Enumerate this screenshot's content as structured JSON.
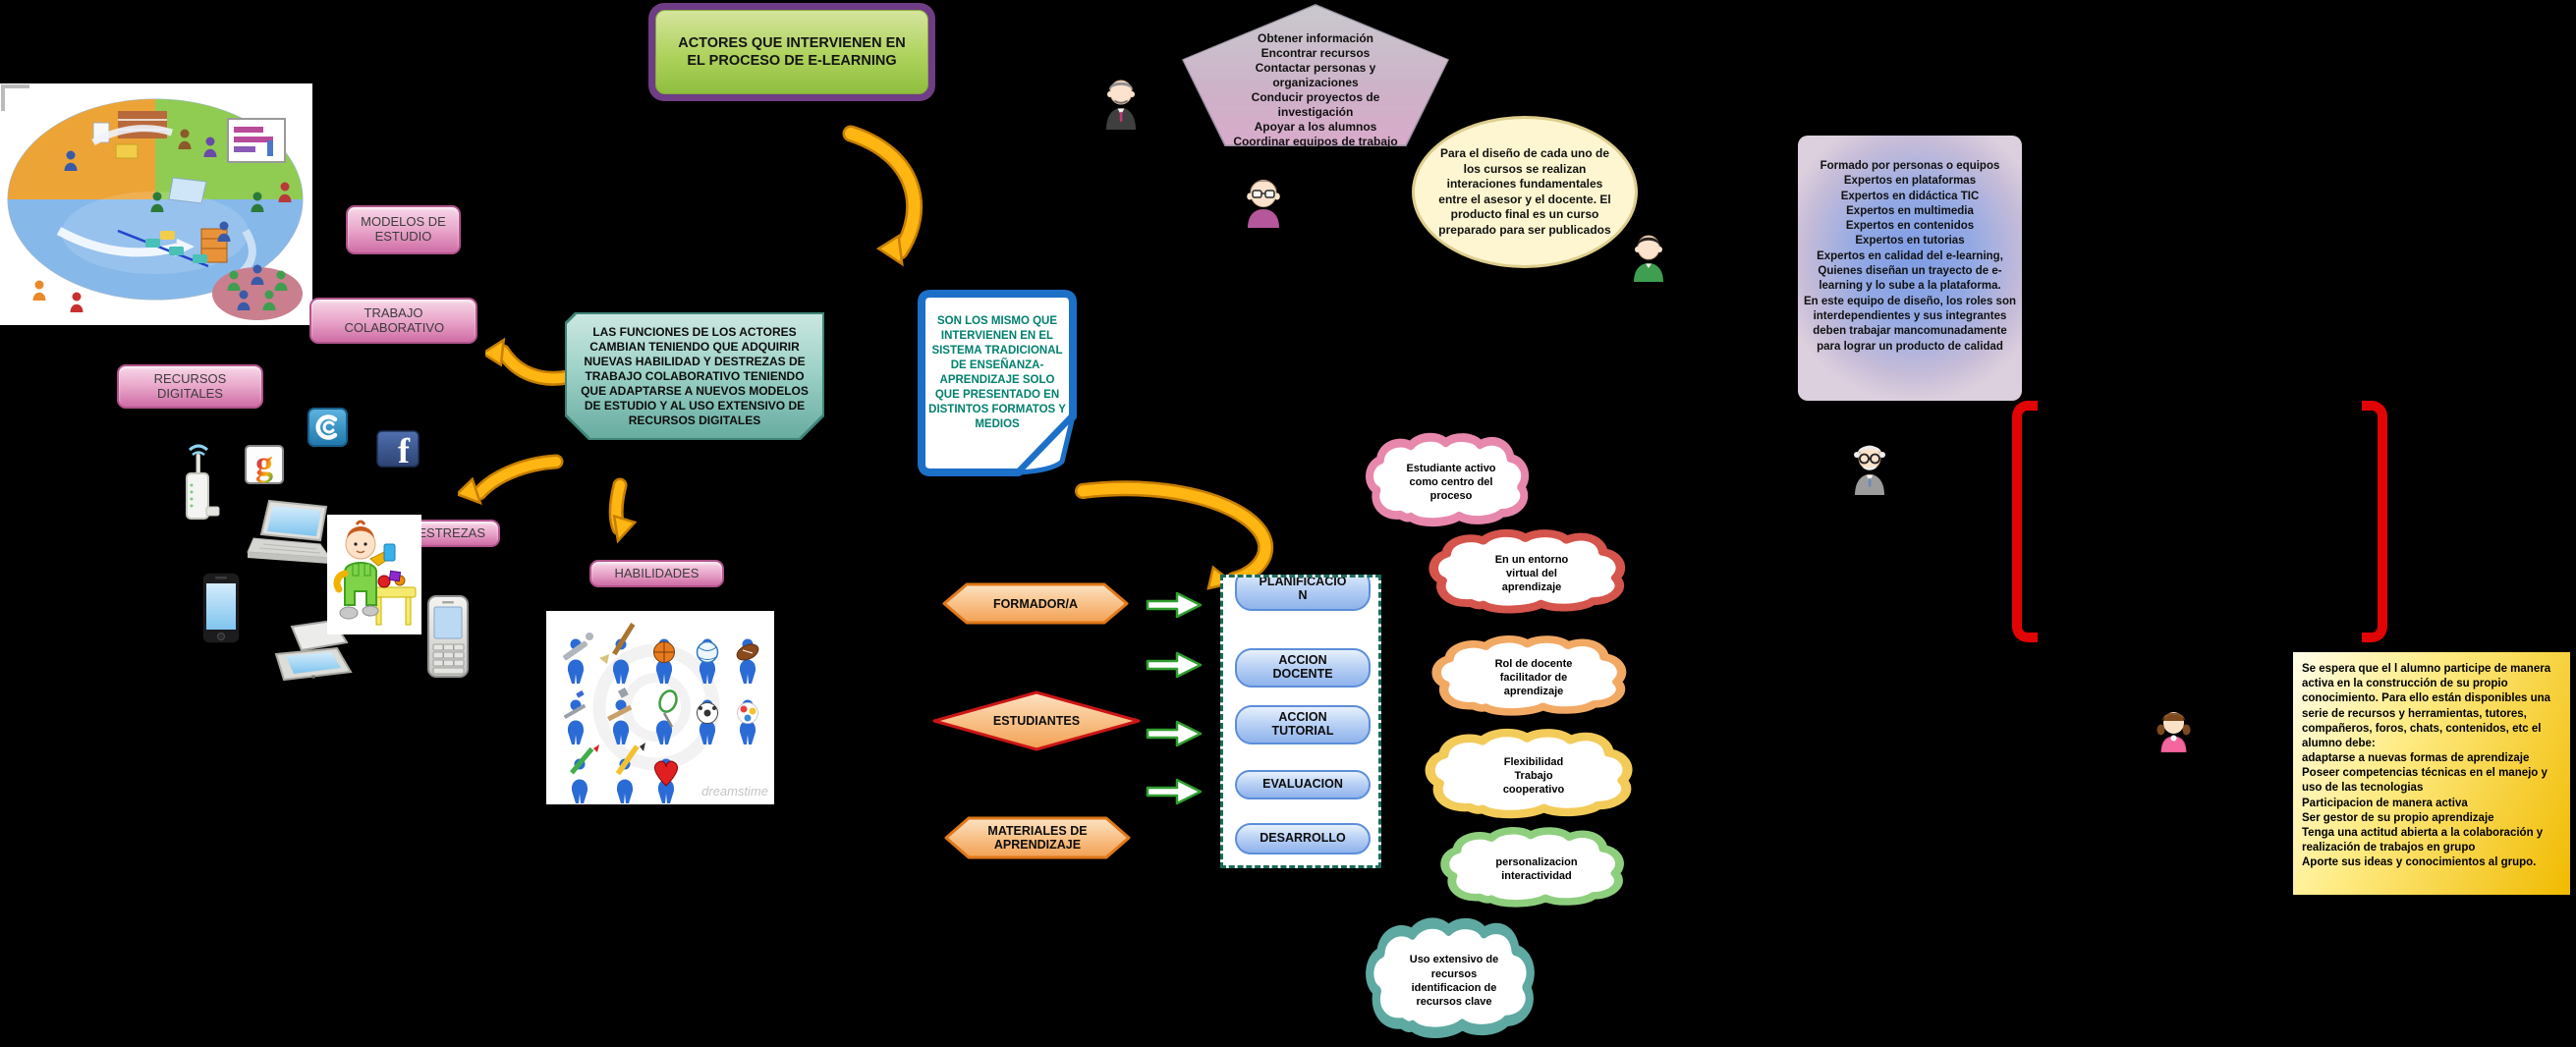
{
  "title_box": {
    "text": "ACTORES QUE INTERVIENEN EN EL PROCESO DE E-LEARNING",
    "fill_color": "#9ccb3b",
    "border_color": "#6f3c86"
  },
  "topic_labels": {
    "modelos": "MODELOS DE ESTUDIO",
    "trabajo": "TRABAJO COLABORATIVO",
    "recursos": "RECURSOS DIGITALES",
    "destrezas": "DESTREZAS",
    "habilidades": "HABILIDADES"
  },
  "notes": {
    "funciones": "LAS FUNCIONES DE LOS ACTORES CAMBIAN TENIENDO QUE ADQUIRIR NUEVAS HABILIDAD Y DESTREZAS DE TRABAJO COLABORATIVO TENIENDO QUE ADAPTARSE A NUEVOS MODELOS DE ESTUDIO Y AL USO EXTENSIVO DE RECURSOS DIGITALES",
    "tradicional": "SON LOS MISMO QUE INTERVIENEN EN EL SISTEMA TRADICIONAL DE ENSEÑANZA-APRENDIZAJE SOLO QUE PRESENTADO EN DISTINTOS FORMATOS Y MEDIOS",
    "tutor_funciones": "Obtener información\nEncontrar recursos\nContactar personas y organizaciones\nConducir proyectos de investigación\nApoyar a los alumnos\nCoordinar equipos de trabajo",
    "diseno_cursos": "Para el diseño de cada uno de los cursos se realizan interaciones fundamentales entre el asesor y el docente. El producto final es un curso preparado para ser publicados",
    "equipo_diseno": "Formado por personas o equipos\nExpertos en plataformas\nExpertos en didáctica TIC\nExpertos en multimedia\nExpertos en contenidos\nExpertos en tutorias\nExpertos en calidad del e-learning,\nQuienes diseñan un trayecto de e-learning y lo sube a la plataforma.\nEn este equipo de diseño, los roles son interdependientes y sus integrantes deben trabajar mancomunadamente para lograr un producto de calidad",
    "alumno": "Se espera que el l alumno participe de manera activa en la construcción de su propio conocimiento. Para ello están disponibles una serie de recursos y herramientas, tutores, compañeros, foros, chats, contenidos, etc el alumno debe:\nadaptarse a nuevas formas de aprendizaje\n Poseer competencias técnicas en el manejo y uso de las tecnologias\nParticipacion de manera activa\nSer gestor de su propio aprendizaje\nTenga una actitud abierta a la colaboración y realización de trabajos en grupo\nAporte sus ideas y conocimientos al grupo."
  },
  "actors": [
    {
      "label": "FORMADOR/A",
      "shape": "hexagon"
    },
    {
      "label": "ESTUDIANTES",
      "shape": "diamond"
    },
    {
      "label": "MATERIALES DE APRENDIZAJE",
      "shape": "hexagon"
    }
  ],
  "process_buttons": [
    {
      "label": "PLANIFICACION"
    },
    {
      "label": "ACCION DOCENTE"
    },
    {
      "label": "ACCION TUTORIAL"
    },
    {
      "label": "EVALUACION"
    },
    {
      "label": "DESARROLLO"
    }
  ],
  "clouds": [
    {
      "text": "Estudiante activo como centro del proceso",
      "color": "#e887ac"
    },
    {
      "text": "En un entorno virtual del aprendizaje",
      "color": "#d5544c"
    },
    {
      "text": "Rol de docente facilitador de aprendizaje",
      "color": "#f2a964"
    },
    {
      "text": "Flexibilidad Trabajo cooperativo",
      "color": "#f2cb59"
    },
    {
      "text": "personalizacion interactividad",
      "color": "#8ecf7e"
    },
    {
      "text": "Uso extensivo de recursos identificacion de recursos clave",
      "color": "#5ea9a1"
    }
  ],
  "social_icons": {
    "google_letter": "g",
    "facebook_letter": "f",
    "c_app_letter": "c"
  },
  "sports_image": {
    "watermark": "dreamstime"
  },
  "palette": {
    "bracket_red": "#e00404",
    "arrow_yellow": "#ffb612",
    "arrow_outline": "#c77f00",
    "green_arrow_border": "#2f9e2f",
    "button_border": "#5c8ed9",
    "panel_dash": "#1a6b5a",
    "pink_label": "#cf6da6",
    "teal_note": "#68aca0",
    "doc_border_blue": "#1d70c8",
    "doc_text_teal": "#00806e"
  }
}
